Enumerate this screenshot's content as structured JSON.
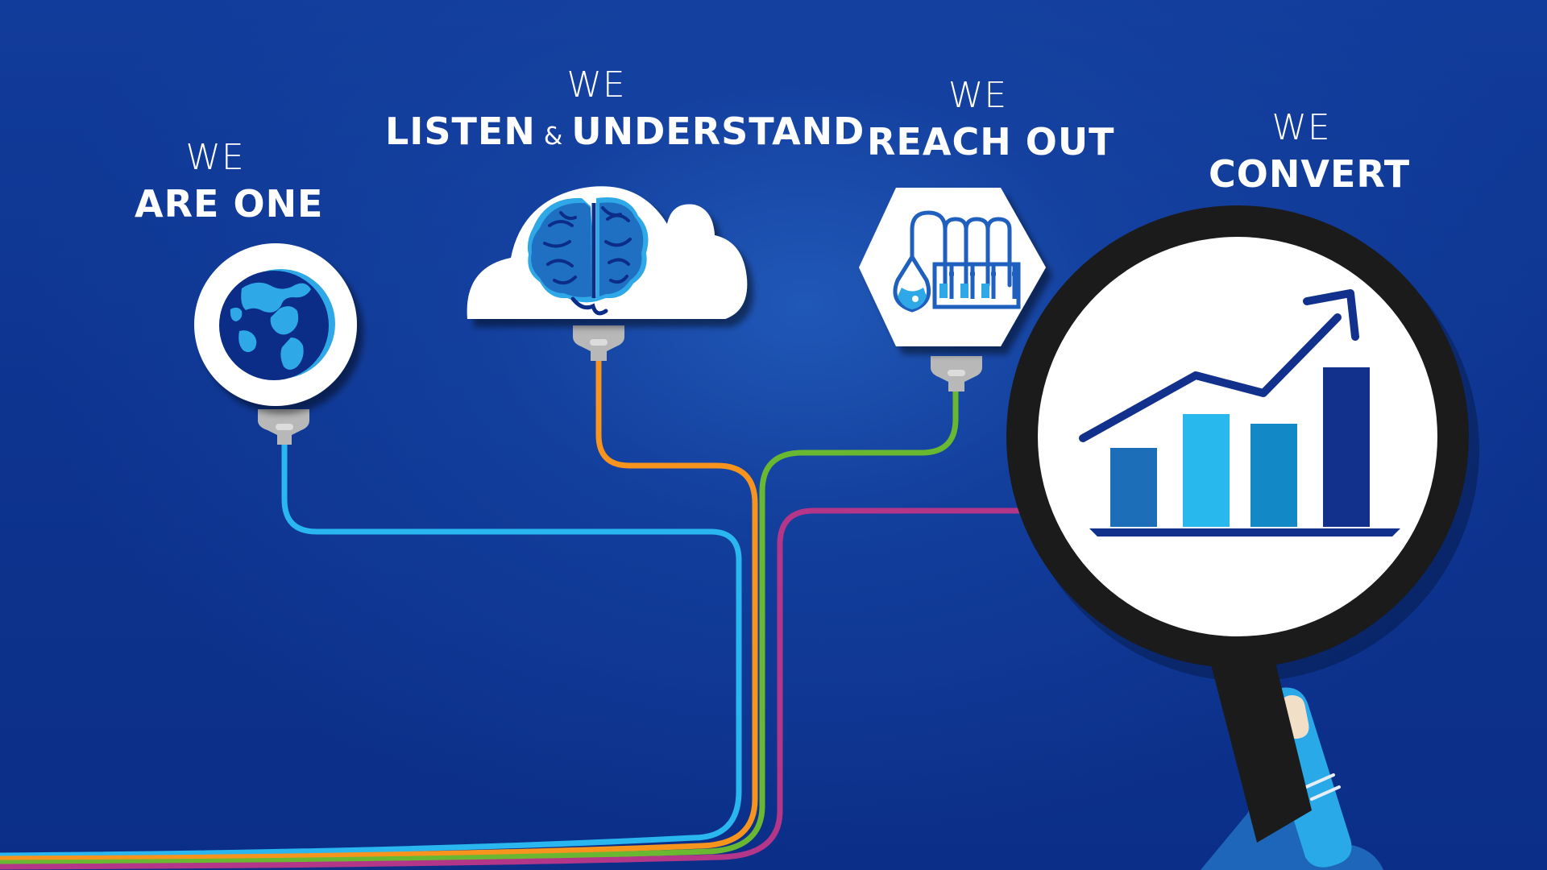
{
  "headings": [
    {
      "small": "WE",
      "big": "ARE ONE"
    },
    {
      "small": "WE",
      "big_part1": "LISTEN",
      "amp": "&",
      "big_part2": "UNDERSTAND"
    },
    {
      "small": "WE",
      "big": "REACH OUT"
    },
    {
      "small": "WE",
      "big": "CONVERT"
    }
  ],
  "icons": [
    "globe-icon",
    "brain-icon",
    "lab-flask-icon",
    "bar-chart-growth-icon",
    "magnifying-glass-icon",
    "hand-icon",
    "connector-plug-icon"
  ],
  "colors": {
    "background": "#0e3491",
    "white": "#ffffff",
    "cable_blue": "#2ab6ef",
    "cable_orange": "#f7941d",
    "cable_green": "#6ab732",
    "cable_magenta": "#b43689",
    "icon_blue": "#2ea8e6",
    "icon_dark": "#0b2d87",
    "bar_light": "#28b8ee",
    "bar_mid": "#1d6eb9",
    "bar_teal": "#1289c6",
    "bar_navy": "#12318d",
    "magnifier_black": "#1b1b1b",
    "plug_gray": "#b8b8b8"
  }
}
